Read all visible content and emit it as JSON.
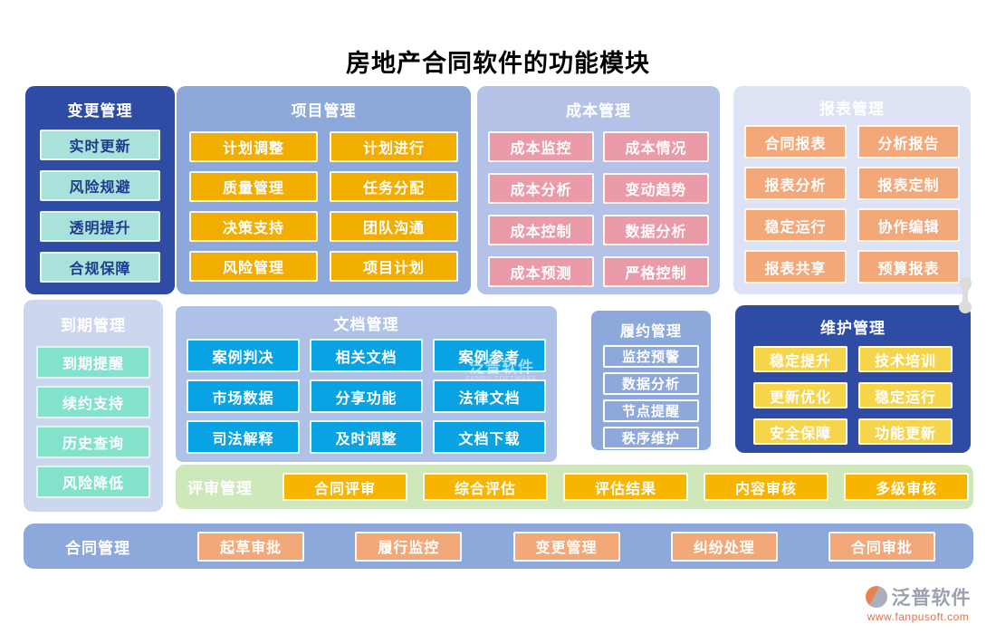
{
  "title": "房地产合同软件的功能模块",
  "colors": {
    "dark_blue": "#2E4CA3",
    "periwinkle": "#8DA8DB",
    "light_periwinkle": "#B3C2E6",
    "lavender": "#DDE3F5",
    "pale_lavender": "#CCD6EF",
    "green_bar": "#CFE8BA",
    "gold": "#F1AE00",
    "gold_bright": "#F8B500",
    "yellow": "#F6D54B",
    "pink": "#EB9BA8",
    "orange": "#F3A87A",
    "mint": "#82E2CC",
    "pale_teal": "#A9E2DA",
    "sky_blue": "#09A3E3",
    "navy_text": "#1E3A8E"
  },
  "panels": {
    "biangeng": {
      "title": "变更管理",
      "items": [
        "实时更新",
        "风险规避",
        "透明提升",
        "合规保障"
      ]
    },
    "xiangmu": {
      "title": "项目管理",
      "items": [
        "计划调整",
        "计划进行",
        "质量管理",
        "任务分配",
        "决策支持",
        "团队沟通",
        "风险管理",
        "项目计划"
      ]
    },
    "chengben": {
      "title": "成本管理",
      "items": [
        "成本监控",
        "成本情况",
        "成本分析",
        "变动趋势",
        "成本控制",
        "数据分析",
        "成本预测",
        "严格控制"
      ]
    },
    "baobiao": {
      "title": "报表管理",
      "items": [
        "合同报表",
        "分析报告",
        "报表分析",
        "报表定制",
        "稳定运行",
        "协作编辑",
        "报表共享",
        "预算报表"
      ]
    },
    "daoqi": {
      "title": "到期管理",
      "items": [
        "到期提醒",
        "续约支持",
        "历史查询",
        "风险降低"
      ]
    },
    "wendang": {
      "title": "文档管理",
      "items": [
        "案例判决",
        "相关文档",
        "案例参考",
        "市场数据",
        "分享功能",
        "法律文档",
        "司法解释",
        "及时调整",
        "文档下载"
      ]
    },
    "lvyue": {
      "title": "履约管理",
      "items": [
        "监控预警",
        "数据分析",
        "节点提醒",
        "秩序维护"
      ]
    },
    "weihu": {
      "title": "维护管理",
      "items": [
        "稳定提升",
        "技术培训",
        "更新优化",
        "稳定运行",
        "安全保障",
        "功能更新"
      ]
    },
    "pingshen": {
      "title": "评审管理",
      "items": [
        "合同评审",
        "综合评估",
        "评估结果",
        "内容审核",
        "多级审核"
      ]
    },
    "hetong": {
      "title": "合同管理",
      "items": [
        "起草审批",
        "履行监控",
        "变更管理",
        "纠纷处理",
        "合同审批"
      ]
    }
  },
  "watermark": {
    "text": "泛普软件",
    "subtext": "FANPU SOFTWARE"
  },
  "footer_logo": {
    "name": "泛普软件",
    "url": "www.fanpusoft.com"
  }
}
